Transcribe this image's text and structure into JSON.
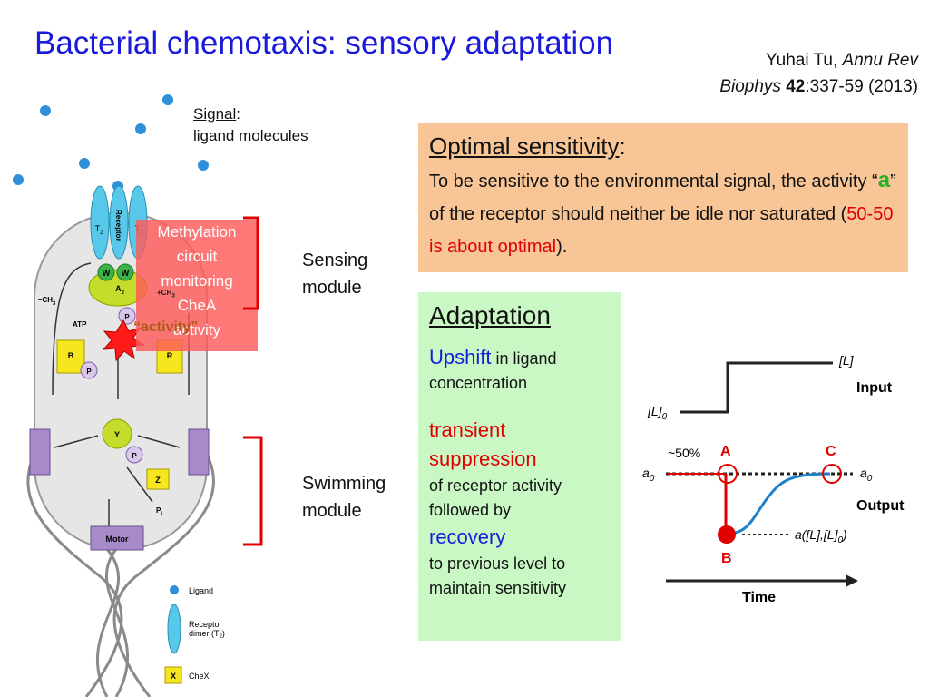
{
  "slide": {
    "title": "Bacterial chemotaxis: sensory adaptation",
    "citation": {
      "author": "Yuhai Tu, ",
      "journal_italic1": "Annu Rev",
      "journal_italic2": "Biophys",
      "volume": "42",
      "pages": ":337-59 (2013)"
    }
  },
  "signal": {
    "label": "Signal",
    "colon": ":",
    "text": "ligand molecules"
  },
  "modules": {
    "sensing_line1": "Sensing",
    "sensing_line2": "module",
    "swimming_line1": "Swimming",
    "swimming_line2": "module"
  },
  "methylation_box": {
    "line1": "Methylation",
    "line2": "circuit",
    "line3": "monitoring",
    "line4": "CheA",
    "line5": "activity",
    "overlay": "“activity”"
  },
  "optimal": {
    "heading": "Optimal sensitivity",
    "colon": ":",
    "text1": "To be sensitive to the environmental signal, the activity “",
    "a": "a",
    "text2": "” of the receptor should neither be idle nor saturated (",
    "highlight": "50-50 is about optimal",
    "text3": ")."
  },
  "adaptation": {
    "heading": "Adaptation",
    "upshift": "Upshift",
    "upshift_rest": " in ligand concentration",
    "transient": "transient",
    "suppression": "suppression",
    "of_receptor": "of receptor activity",
    "followed_by": "followed by",
    "recovery": "recovery",
    "to_previous": "to previous level to",
    "maintain": "maintain sensitivity"
  },
  "cell": {
    "receptor": "Receptor",
    "t2_left": "T",
    "t2_right": "T",
    "t2_sub": "2",
    "w": "W",
    "a2": "A",
    "a2_sub": "2",
    "p": "P",
    "minus_ch3": "–CH",
    "plus_ch3": "+CH",
    "ch3_sub": "3",
    "atp": "ATP",
    "b": "B",
    "r": "R",
    "y": "Y",
    "z": "Z",
    "pi": "P",
    "pi_sub": "i",
    "motor": "Motor"
  },
  "legend": {
    "ligand": "Ligand",
    "receptor_line1": "Receptor",
    "receptor_line2": "dimer (T",
    "receptor_sub": "2",
    "receptor_close": ")",
    "chex_symbol": "X",
    "chex": "CheX"
  },
  "graph": {
    "L": "[L]",
    "L0": "[L]",
    "L0_sub": "0",
    "input": "Input",
    "output": "Output",
    "percent": "~50%",
    "A": "A",
    "B": "B",
    "C": "C",
    "a0": "a",
    "a0_sub": "0",
    "aL": "a([L],[L]",
    "aL_sub": "0",
    "aL_close": ")",
    "time": "Time"
  },
  "colors": {
    "title": "#1a1adb",
    "red": "#e00000",
    "green_a": "#27b027",
    "orange_box": "#f8c597",
    "green_box": "#c9f8c5",
    "ligand": "#2f8fd8",
    "receptor": "#58c8ea",
    "curve": "#1f7fc8"
  }
}
